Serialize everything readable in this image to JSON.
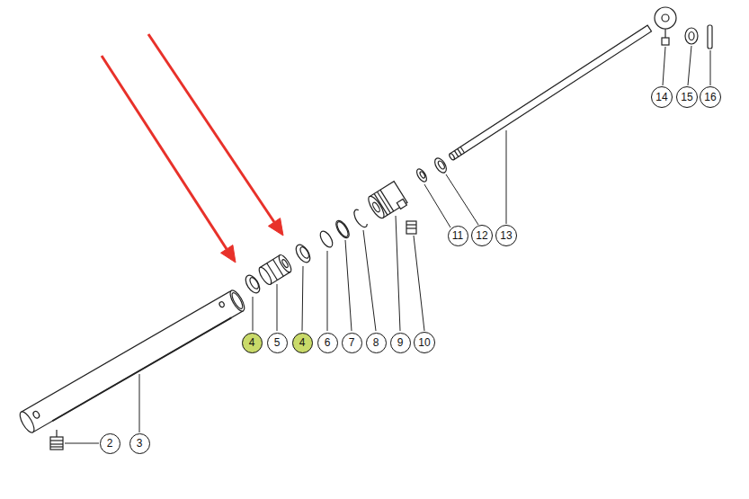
{
  "diagram": {
    "nodes": [
      {
        "text": [
          "14"
        ]
      },
      {
        "text": [
          "15"
        ]
      },
      {
        "text": [
          "16"
        ]
      },
      {
        "text": [
          "11"
        ]
      },
      {
        "text": [
          "12"
        ]
      },
      {
        "text": [
          "13"
        ]
      },
      {
        "text": [
          "4"
        ]
      },
      {
        "text": [
          "5"
        ]
      },
      {
        "text": [
          "4"
        ]
      },
      {
        "text": [
          "6"
        ]
      },
      {
        "text": [
          "7"
        ]
      },
      {
        "text": [
          "8"
        ]
      },
      {
        "text": [
          "9"
        ]
      },
      {
        "text": [
          "10"
        ]
      },
      {
        "text": [
          "2"
        ]
      },
      {
        "text": [
          "3"
        ]
      }
    ]
  }
}
